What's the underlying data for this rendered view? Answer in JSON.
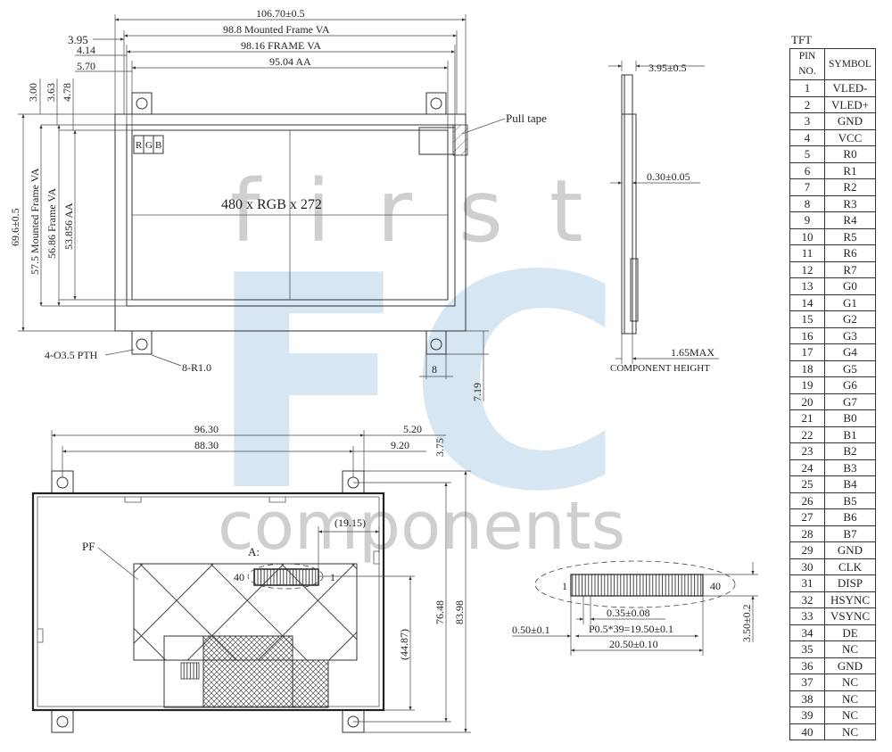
{
  "watermark": {
    "brand_top": "first",
    "brand_mid": "FC",
    "brand_bottom": "components",
    "color": "#d6e6f4"
  },
  "front_view": {
    "dims_top": [
      "106.70±0.5",
      "98.8 Mounted Frame VA",
      "98.16 FRAME VA",
      "95.04 AA"
    ],
    "dims_left_offsets": [
      "3.95",
      "4.14",
      "5.70"
    ],
    "dims_vertical_small": [
      "3.00",
      "3.63",
      "4.78"
    ],
    "dims_vertical_large": [
      "69.6±0.5",
      "57.5 Mounted Frame VA",
      "56.86 Frame VA",
      "53.856 AA"
    ],
    "rgb_letters": [
      "R",
      "G",
      "B"
    ],
    "resolution_label": "480 x RGB x 272",
    "pull_tape": "Pull tape",
    "hole_label": "4-O3.5 PTH",
    "radius_label": "8-R1.0",
    "dim_8": "8",
    "dim_719": "7.19"
  },
  "side_view": {
    "dim_thickness": "3.95±0.5",
    "dim_030": "0.30±0.05",
    "dim_max": "1.65MAX",
    "component_height": "COMPONENT HEIGHT"
  },
  "back_view": {
    "dims": [
      "96.30",
      "5.20",
      "88.30",
      "9.20",
      "3.75",
      "(19.15)",
      "76.48",
      "83.98",
      "(44.87)"
    ],
    "pf_label": "PF",
    "a_label": "A:",
    "pin40": "40",
    "pin1": "1"
  },
  "connector_detail": {
    "pin1": "1",
    "pin40": "40",
    "dim_pin_width": "0.35±0.08",
    "dim_left": "0.50±0.1",
    "dim_pitch": "P0.5*39=19.50±0.1",
    "dim_total": "20.50±0.10",
    "dim_height": "3.50±0.2"
  },
  "pin_table": {
    "title": "TFT",
    "header_no": "PIN NO.",
    "header_symbol": "SYMBOL",
    "rows": [
      {
        "no": "1",
        "symbol": "VLED-"
      },
      {
        "no": "2",
        "symbol": "VLED+"
      },
      {
        "no": "3",
        "symbol": "GND"
      },
      {
        "no": "4",
        "symbol": "VCC"
      },
      {
        "no": "5",
        "symbol": "R0"
      },
      {
        "no": "6",
        "symbol": "R1"
      },
      {
        "no": "7",
        "symbol": "R2"
      },
      {
        "no": "8",
        "symbol": "R3"
      },
      {
        "no": "9",
        "symbol": "R4"
      },
      {
        "no": "10",
        "symbol": "R5"
      },
      {
        "no": "11",
        "symbol": "R6"
      },
      {
        "no": "12",
        "symbol": "R7"
      },
      {
        "no": "13",
        "symbol": "G0"
      },
      {
        "no": "14",
        "symbol": "G1"
      },
      {
        "no": "15",
        "symbol": "G2"
      },
      {
        "no": "16",
        "symbol": "G3"
      },
      {
        "no": "17",
        "symbol": "G4"
      },
      {
        "no": "18",
        "symbol": "G5"
      },
      {
        "no": "19",
        "symbol": "G6"
      },
      {
        "no": "20",
        "symbol": "G7"
      },
      {
        "no": "21",
        "symbol": "B0"
      },
      {
        "no": "22",
        "symbol": "B1"
      },
      {
        "no": "23",
        "symbol": "B2"
      },
      {
        "no": "24",
        "symbol": "B3"
      },
      {
        "no": "25",
        "symbol": "B4"
      },
      {
        "no": "26",
        "symbol": "B5"
      },
      {
        "no": "27",
        "symbol": "B6"
      },
      {
        "no": "28",
        "symbol": "B7"
      },
      {
        "no": "29",
        "symbol": "GND"
      },
      {
        "no": "30",
        "symbol": "CLK"
      },
      {
        "no": "31",
        "symbol": "DISP"
      },
      {
        "no": "32",
        "symbol": "HSYNC"
      },
      {
        "no": "33",
        "symbol": "VSYNC"
      },
      {
        "no": "34",
        "symbol": "DE"
      },
      {
        "no": "35",
        "symbol": "NC"
      },
      {
        "no": "36",
        "symbol": "GND"
      },
      {
        "no": "37",
        "symbol": "NC"
      },
      {
        "no": "38",
        "symbol": "NC"
      },
      {
        "no": "39",
        "symbol": "NC"
      },
      {
        "no": "40",
        "symbol": "NC"
      }
    ]
  }
}
